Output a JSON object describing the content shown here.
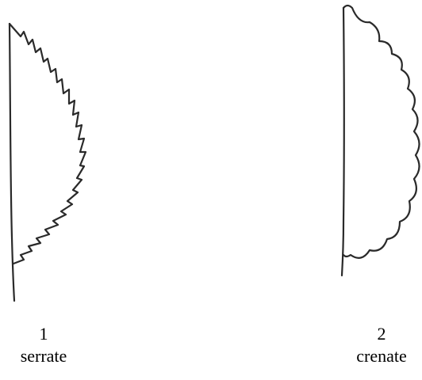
{
  "figures": [
    {
      "number": "1",
      "label": "serrate"
    },
    {
      "number": "2",
      "label": "crenate"
    }
  ],
  "colors": {
    "ink": "#2a2a2a",
    "background": "#ffffff"
  }
}
